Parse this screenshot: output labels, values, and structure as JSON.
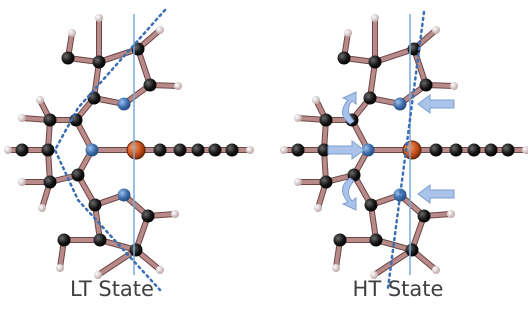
{
  "panels": [
    {
      "id": "lt",
      "label": "LT State"
    },
    {
      "id": "ht",
      "label": "HT State"
    }
  ],
  "colors": {
    "bond": "#b98a8a",
    "bond_edge": "#6e4646",
    "carbon": "#101010",
    "hydrogen": "#d9c7c7",
    "nitrogen": "#3f6fae",
    "metal": "#c8501c",
    "ref_line": "#7aaad8",
    "dotted_line": "#3b6fb5",
    "arrow": "#a9c3ea"
  },
  "icons": [
    "arrow-left-icon",
    "arrow-right-icon",
    "curved-arrow-icon"
  ]
}
